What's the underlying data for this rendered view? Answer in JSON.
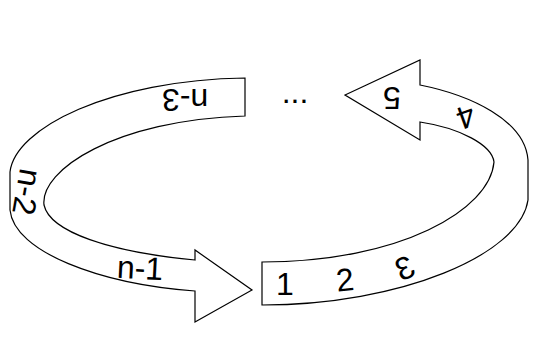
{
  "diagram": {
    "labels": [
      "n-3",
      "...",
      "5",
      "4",
      "3",
      "n-2",
      "n-1",
      "1",
      "2"
    ]
  }
}
